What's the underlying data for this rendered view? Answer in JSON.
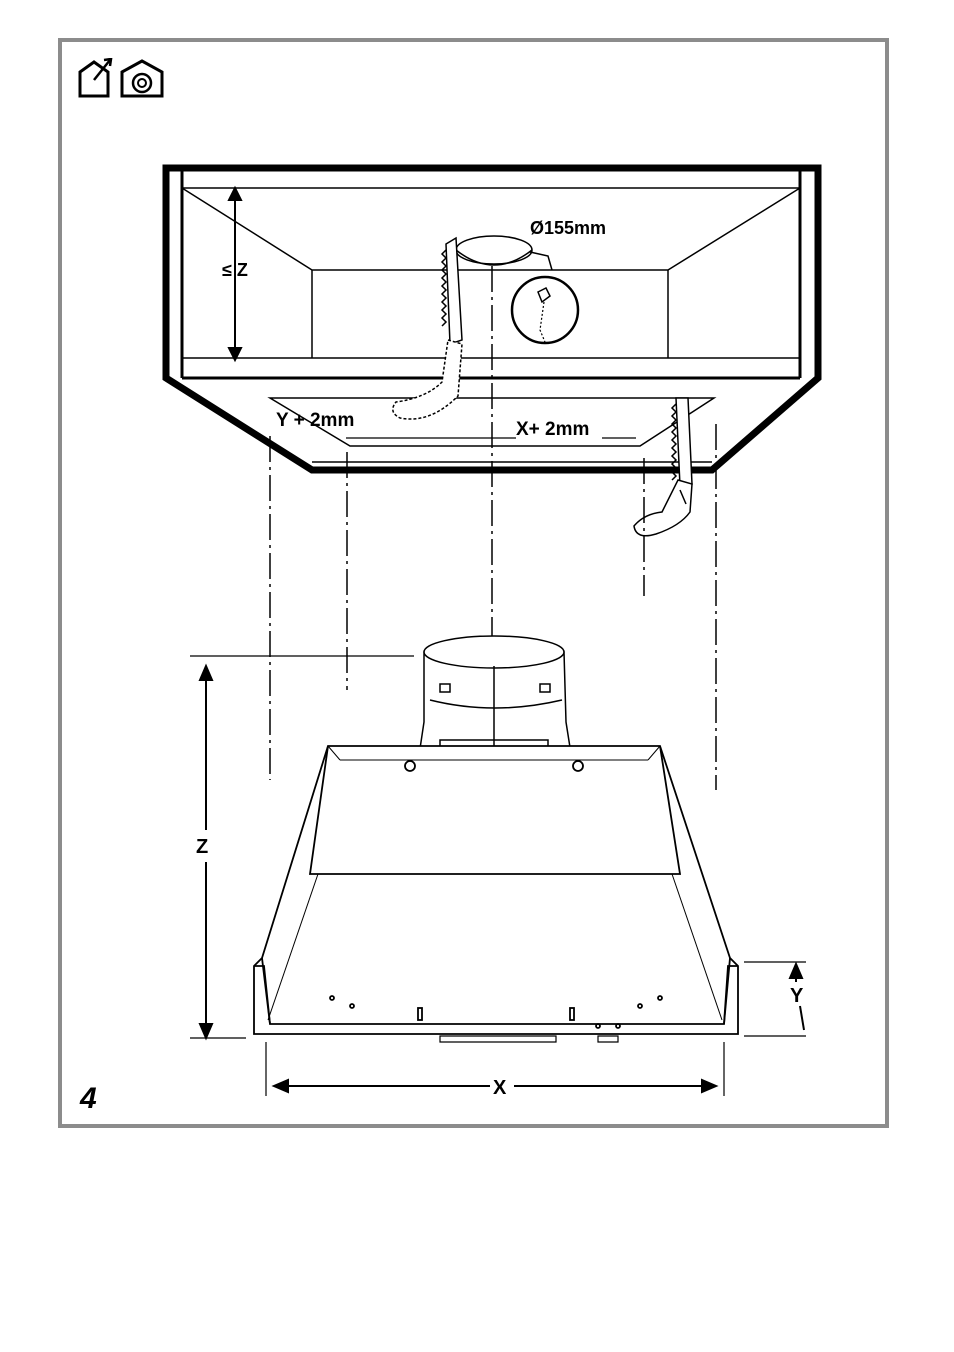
{
  "figure": {
    "number": "4",
    "labels": {
      "diameter": "Ø155mm",
      "max_height": "≤ Z",
      "cutout_y": "Y + 2mm",
      "cutout_x": "X+ 2mm",
      "height": "Z",
      "depth": "Y",
      "width": "X"
    },
    "icons": [
      "ducted-exhaust-icon",
      "recirculation-icon"
    ],
    "colors": {
      "frame": "#8c8c8c",
      "ink": "#000000"
    }
  }
}
